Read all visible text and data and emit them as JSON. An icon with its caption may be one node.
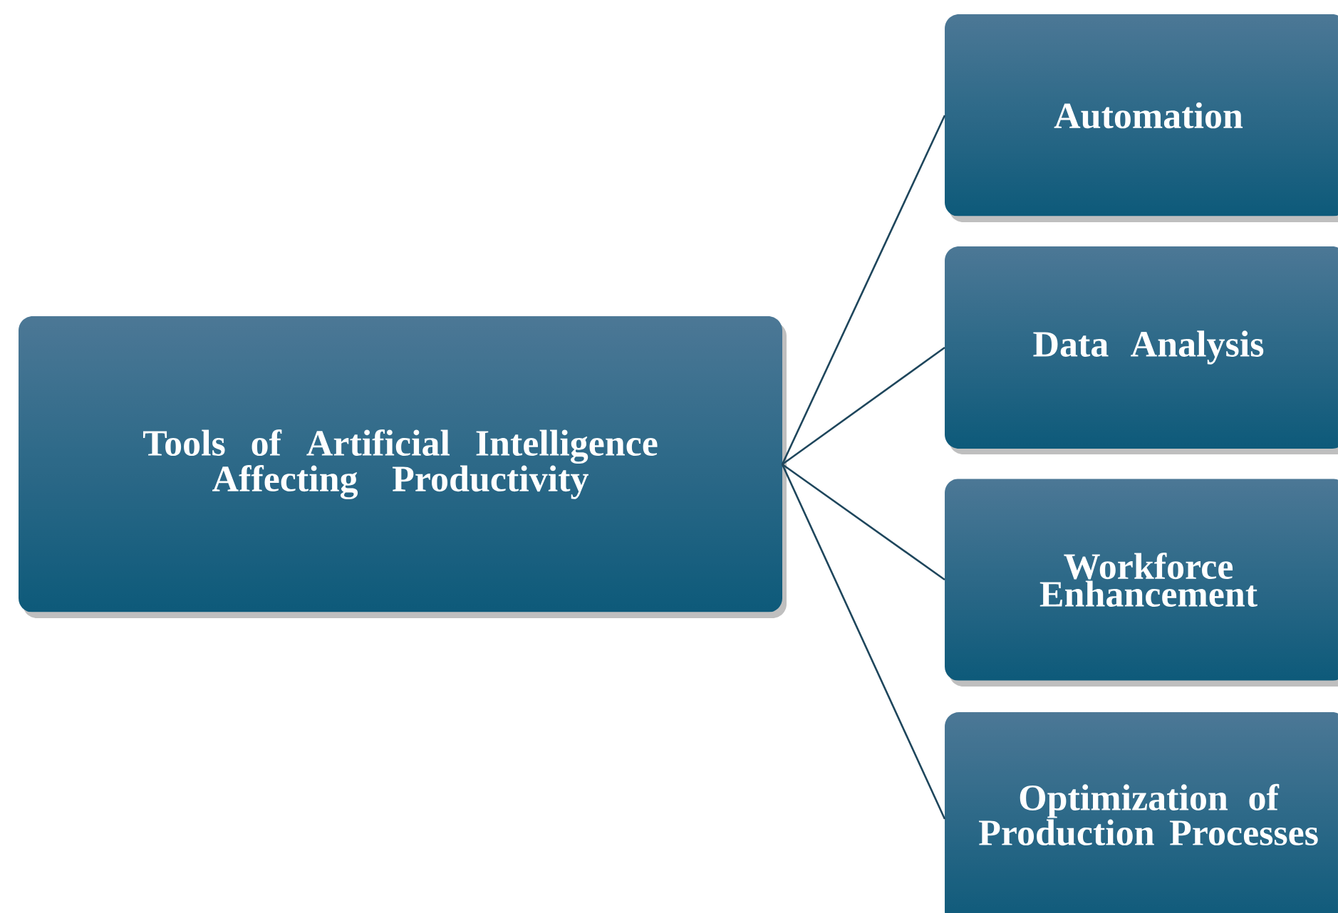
{
  "diagram": {
    "nodes": [
      {
        "text": [
          "Tools of Artificial Intelligence Affecting Productivity"
        ]
      },
      {
        "text": [
          "Automation"
        ]
      },
      {
        "text": [
          "Data Analysis"
        ]
      },
      {
        "text": [
          "Workforce Enhancement"
        ]
      },
      {
        "text": [
          "Optimization of Production Processes"
        ]
      }
    ],
    "edges": [
      {
        "from": 0,
        "to": 1,
        "arrow": "none"
      },
      {
        "from": 0,
        "to": 2,
        "arrow": "none"
      },
      {
        "from": 0,
        "to": 3,
        "arrow": "none"
      },
      {
        "from": 0,
        "to": 4,
        "arrow": "none"
      }
    ]
  }
}
